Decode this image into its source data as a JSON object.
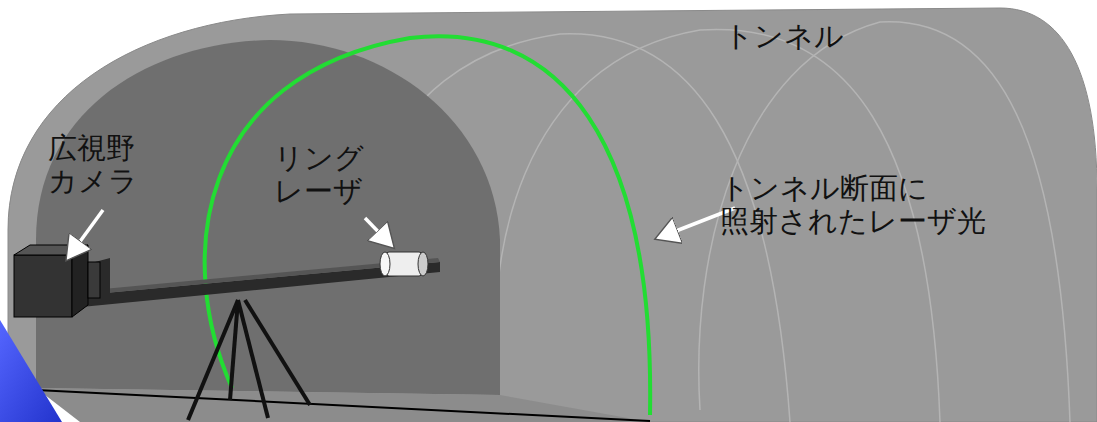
{
  "diagram": {
    "labels": [
      "トンネル",
      "広視野 カメラ",
      "リング レーザ",
      "トンネル断面に 照射されたレーザ光"
    ]
  }
}
